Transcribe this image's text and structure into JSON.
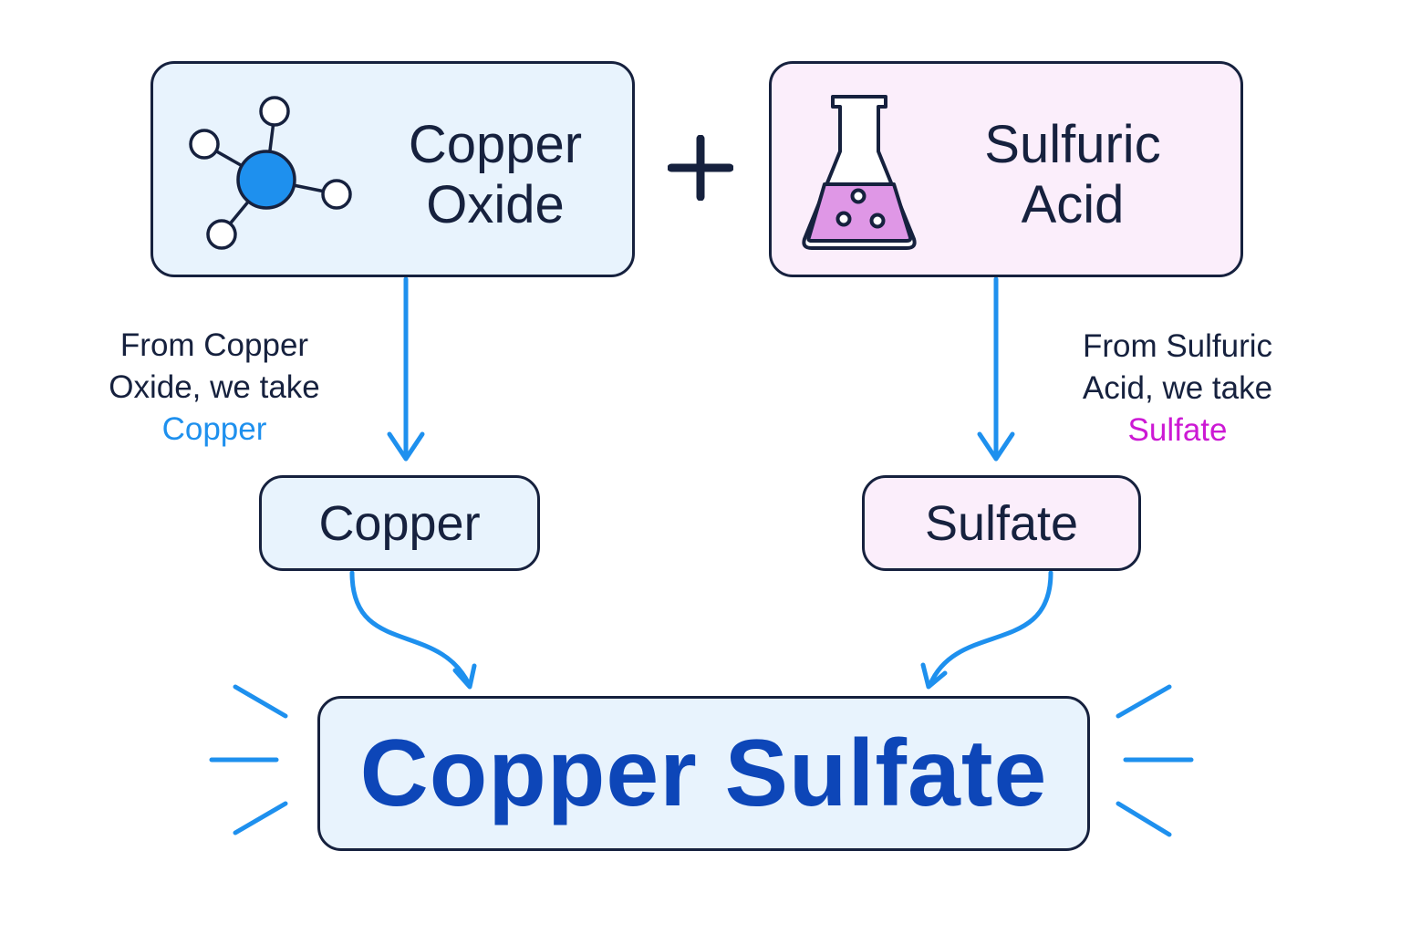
{
  "reactants": {
    "copper_oxide": {
      "line1": "Copper",
      "line2": "Oxide",
      "icon": "molecule-icon"
    },
    "sulfuric_acid": {
      "line1": "Sulfuric",
      "line2": "Acid",
      "icon": "flask-icon"
    },
    "operator": "+"
  },
  "notes": {
    "left": {
      "line1": "From Copper",
      "line2": "Oxide, we take",
      "highlight": "Copper"
    },
    "right": {
      "line1": "From Sulfuric",
      "line2": "Acid, we take",
      "highlight": "Sulfate"
    }
  },
  "parts": {
    "copper": "Copper",
    "sulfate": "Sulfate"
  },
  "product": {
    "label": "Copper Sulfate"
  },
  "colors": {
    "outline": "#16213e",
    "accent_blue": "#1e90ee",
    "accent_pink": "#cc19d4",
    "product_text": "#0d46b8",
    "blue_fill": "#e8f3fd",
    "pink_fill": "#fbeefb"
  }
}
